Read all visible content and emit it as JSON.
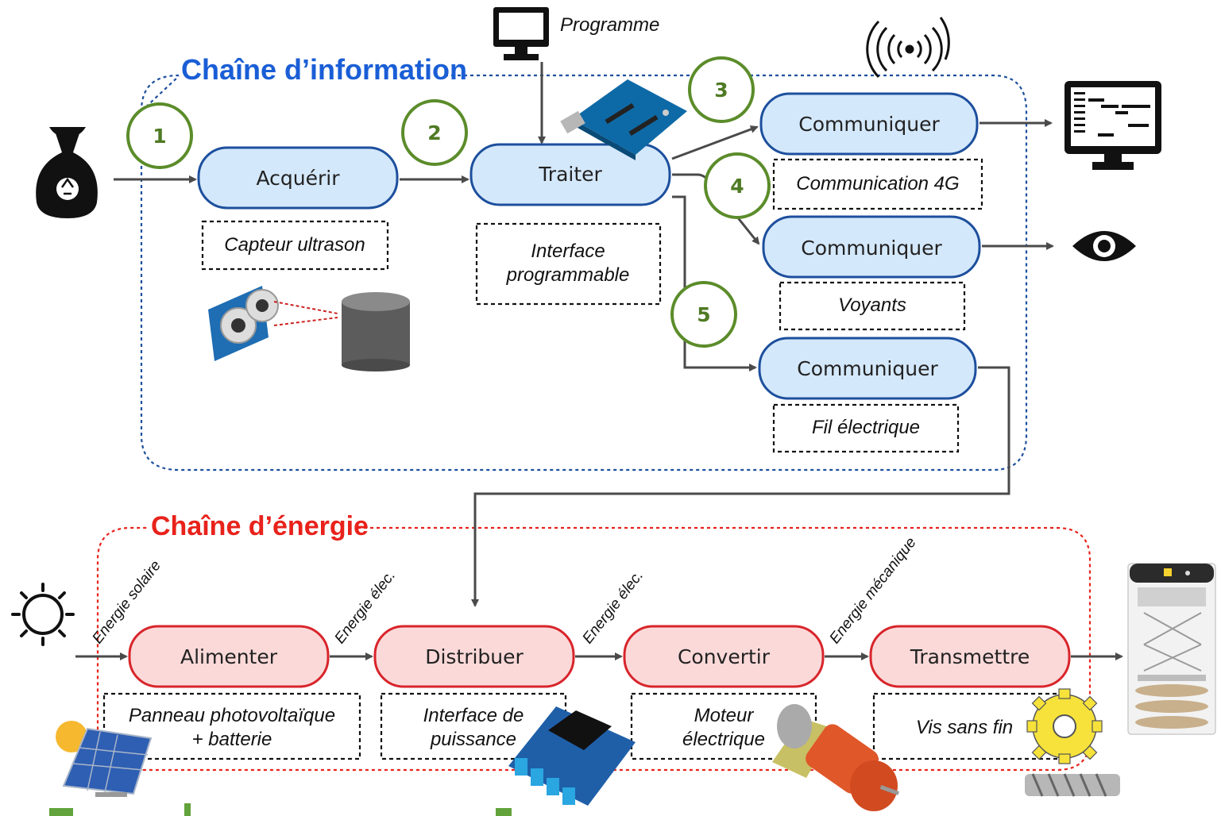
{
  "info_chain": {
    "title": "Chaîne d’information",
    "input_label": "Programme",
    "functions": {
      "acquerir": "Acquérir",
      "traiter": "Traiter",
      "communiquer_1": "Communiquer",
      "communiquer_2": "Communiquer",
      "communiquer_3": "Communiquer"
    },
    "notes": {
      "capteur": "Capteur ultrason",
      "interface_line1": "Interface",
      "interface_line2": "programmable",
      "comm4g": "Communication 4G",
      "voyants": "Voyants",
      "fil": "Fil électrique"
    },
    "numbers": [
      "1",
      "2",
      "3",
      "4",
      "5"
    ]
  },
  "energy_chain": {
    "title": "Chaîne d’énergie",
    "functions": {
      "alimenter": "Alimenter",
      "distribuer": "Distribuer",
      "convertir": "Convertir",
      "transmettre": "Transmettre"
    },
    "flows": {
      "solaire": "Energie solaire",
      "elec1": "Energie élec.",
      "elec2": "Energie élec.",
      "mecanique": "Energie mécanique"
    },
    "notes": {
      "panneau_line1": "Panneau photovoltaïque",
      "panneau_line2": "+ batterie",
      "puissance_line1": "Interface de",
      "puissance_line2": "puissance",
      "moteur_line1": "Moteur",
      "moteur_line2": "électrique",
      "vis": "Vis sans fin"
    }
  },
  "colors": {
    "info_accent": "#1a5ed6",
    "energy_accent": "#e8221b",
    "number_green": "#5b8c2a"
  },
  "icons": [
    "trash-bag-icon",
    "computer-monitor-icon",
    "wireless-signal-icon",
    "display-screen-icon",
    "eye-icon",
    "sun-icon",
    "solar-panel-icon",
    "relay-module-icon",
    "dc-motor-icon",
    "worm-gear-icon",
    "arduino-board-icon",
    "ultrasonic-sensor-icon",
    "container-icon",
    "trash-bin-icon"
  ]
}
